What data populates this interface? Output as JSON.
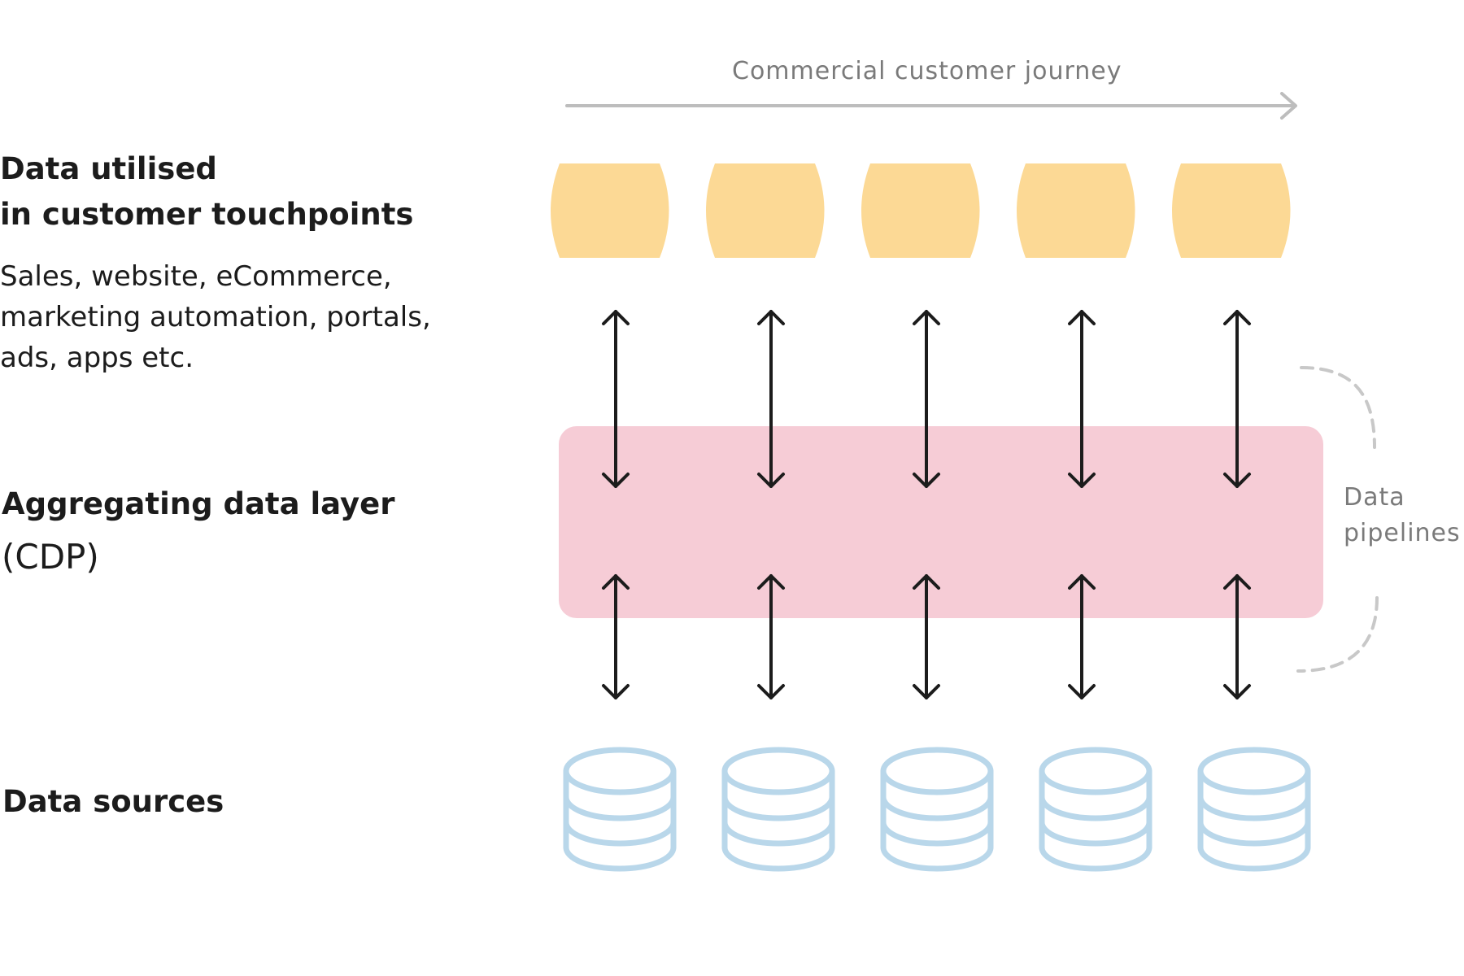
{
  "journey": {
    "label": "Commercial customer journey"
  },
  "layers": {
    "touchpoints": {
      "title_line1": "Data utilised",
      "title_line2": "in customer touchpoints",
      "description_line1": "Sales, website, eCommerce,",
      "description_line2": "marketing automation, portals,",
      "description_line3": "ads, apps etc."
    },
    "cdp": {
      "title": "Aggregating data layer",
      "subtitle": "(CDP)"
    },
    "sources": {
      "title": "Data sources"
    }
  },
  "pipelines": {
    "label_line1": "Data",
    "label_line2": "pipelines"
  },
  "columns": 5,
  "colors": {
    "touchpoint_fill": "#fcd995",
    "cdp_fill": "#f6ccd6",
    "database_stroke": "#b9d7ea",
    "arrow_stroke": "#1c1c1c",
    "journey_arrow": "#bdbdbd",
    "pipeline_dash": "#c8c8c8",
    "muted_text": "#7a7a7a"
  }
}
